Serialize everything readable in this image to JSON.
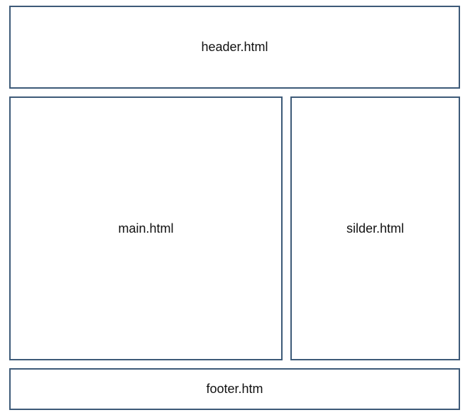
{
  "diagram": {
    "header": {
      "label": "header.html"
    },
    "main": {
      "label": "main.html"
    },
    "slider": {
      "label": "silder.html"
    },
    "footer": {
      "label": "footer.htm"
    }
  },
  "colors": {
    "border": "#3d5a78",
    "text": "#111111",
    "background": "#ffffff"
  }
}
